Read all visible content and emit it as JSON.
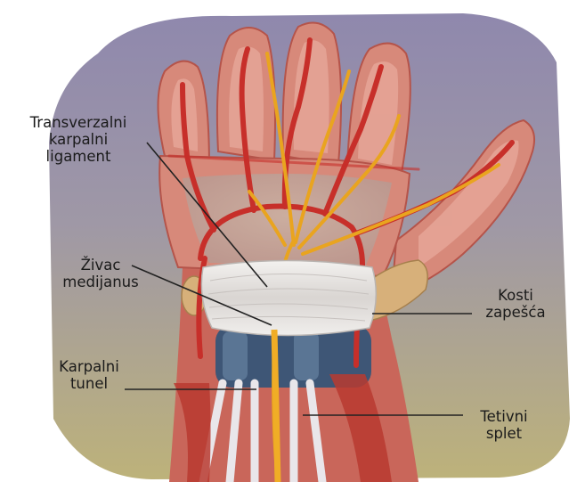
{
  "labels": {
    "transverse_ligament": [
      "Transverzalni",
      "karpalni",
      "ligament"
    ],
    "median_nerve": [
      "Živac",
      "medijanus"
    ],
    "carpal_tunnel": [
      "Karpalni",
      "tunel"
    ],
    "carpal_bones": [
      "Kosti",
      "zapešća"
    ],
    "tendon_sheath": [
      "Tetivni",
      "splet"
    ]
  },
  "colors": {
    "background_top": "#8a84a6",
    "background_bottom": "#b8b07a",
    "skin": "#d58a78",
    "artery": "#c8302a",
    "nerve": "#e8a020",
    "ligament": "#e6e3e0",
    "tendon_sheath_blue": "#3d5675",
    "bone": "#d9b27a",
    "leader_line": "#222222"
  }
}
